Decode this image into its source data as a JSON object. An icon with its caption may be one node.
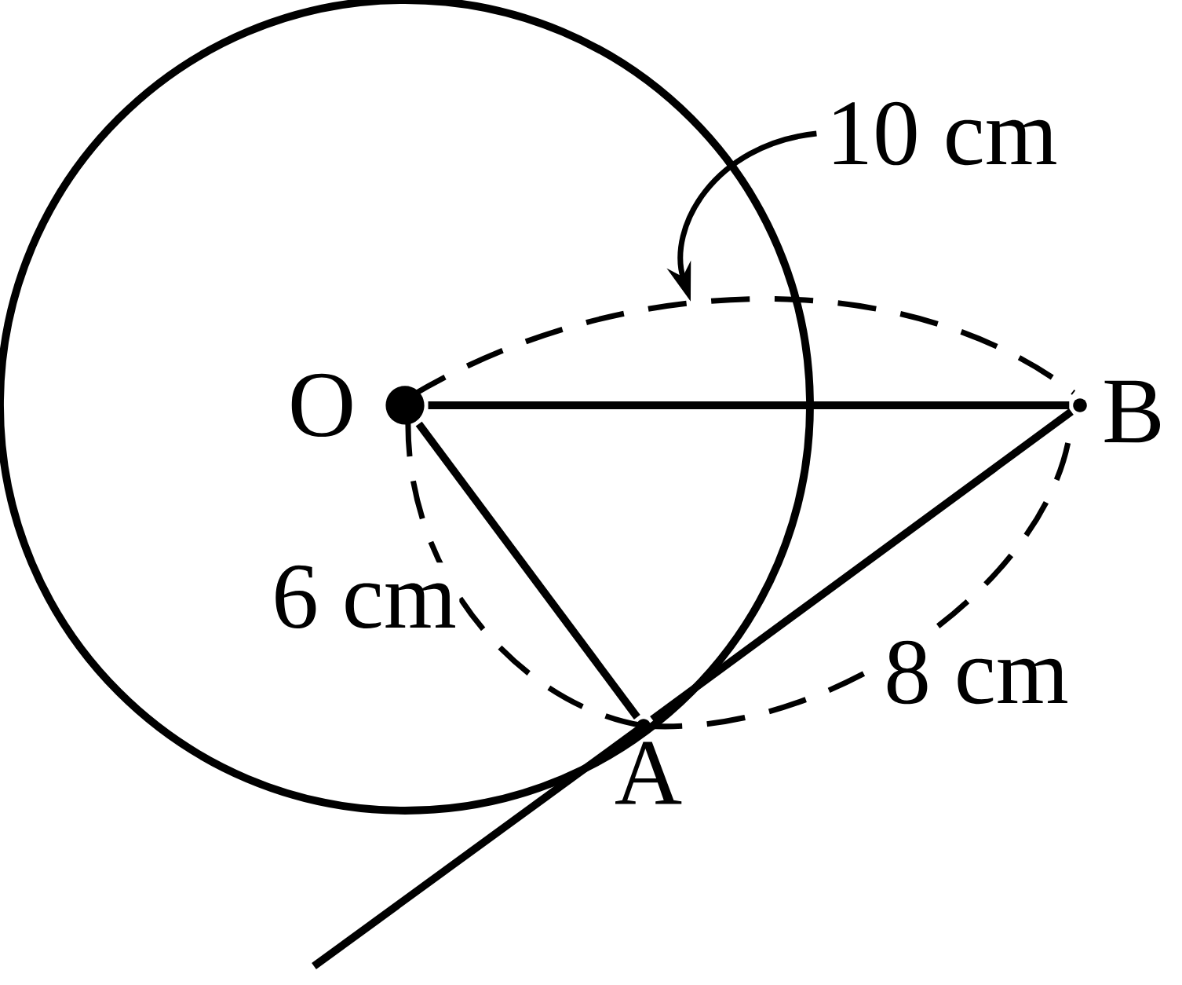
{
  "diagram": {
    "nodes": [
      {
        "text": [],
        "shape": "circle",
        "beside": [
          "O"
        ]
      },
      {
        "text": [],
        "shape": "point",
        "beside": [
          "A"
        ]
      },
      {
        "text": [],
        "shape": "point",
        "beside": [
          "B"
        ]
      },
      {
        "text": [
          "10 cm"
        ]
      }
    ],
    "edges": [
      {
        "from": 0,
        "to": 2,
        "arrow": "none"
      },
      {
        "from": 0,
        "to": 1,
        "arrow": "none"
      },
      {
        "from": 1,
        "to": 2,
        "arrow": "none"
      },
      {
        "from": 3,
        "to": null,
        "arrow": "to"
      }
    ],
    "labels": [
      "6 cm",
      "8 cm"
    ]
  }
}
